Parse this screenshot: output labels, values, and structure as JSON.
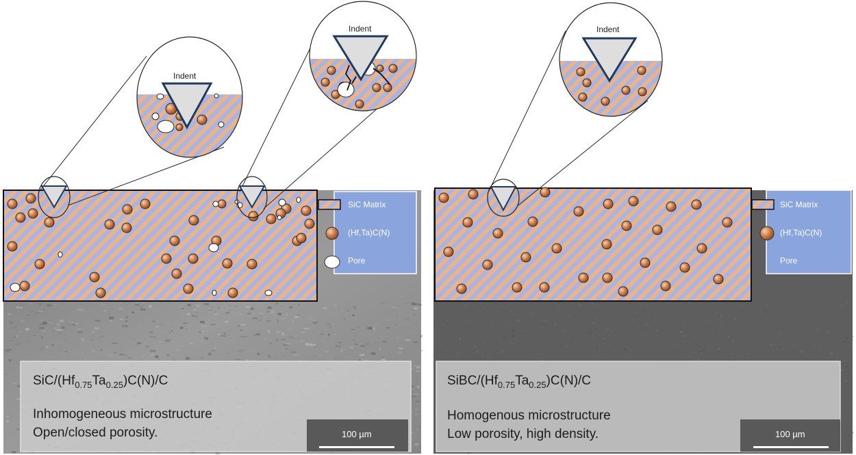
{
  "left_panel": {
    "title": {
      "prefix": "SiC/(Hf",
      "sub1": "0.75",
      "mid": "Ta",
      "sub2": "0.25",
      "suffix": ")C(N)/C"
    },
    "line1": "Inhomogeneous microstructure",
    "line2": "Open/closed porosity.",
    "scale_label": "100 µm",
    "indent_label_1": "Indent",
    "indent_label_2": "Indent"
  },
  "right_panel": {
    "title": {
      "prefix": "SiBC/(Hf",
      "sub1": "0.75",
      "mid": "Ta",
      "sub2": "0.25",
      "suffix": ")C(N)/C"
    },
    "line1": "Homogenous microstructure",
    "line2": "Low porosity, high density.",
    "scale_label": "100 µm",
    "indent_label": "Indent"
  },
  "legend": {
    "matrix": "SiC Matrix",
    "particle": "(Hf,Ta)C(N)",
    "pore": "Pore"
  },
  "colors": {
    "stripe_blue": "#a9b4e2",
    "stripe_orange": "#e8b48c",
    "particle": "#c8743e",
    "legend_bg": "#8aa5dd",
    "indent_fill": "#dedede",
    "indent_stroke": "#1f3a5c"
  }
}
